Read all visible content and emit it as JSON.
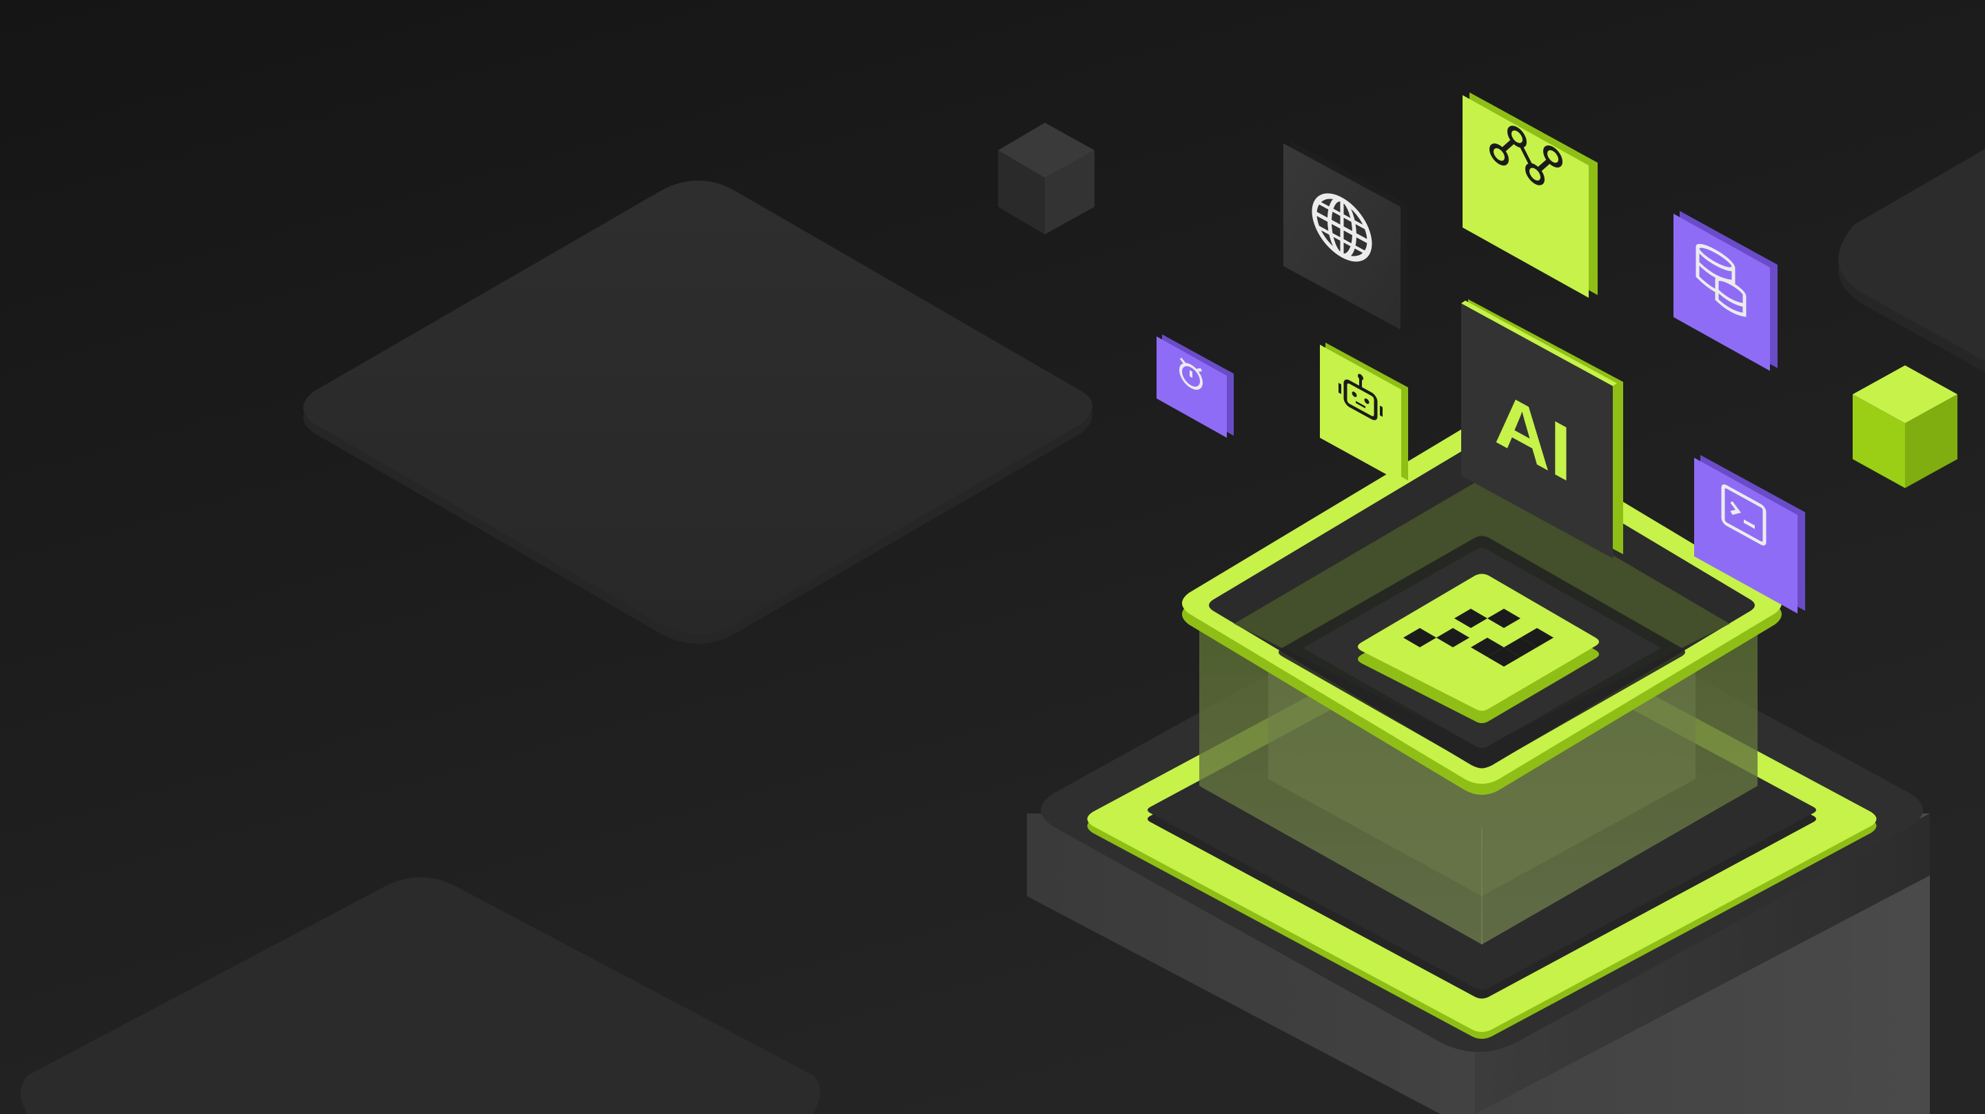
{
  "colors": {
    "background_top": "#141414",
    "background_bottom": "#262626",
    "accent_green": "#c6f24a",
    "accent_green_dark": "#8fbf16",
    "accent_purple": "#8f6cf5",
    "tile_dark": "#2f2f2f",
    "icon_dark": "#1b1b1b",
    "icon_light": "#ececec"
  },
  "center_tile": {
    "label": "AI"
  },
  "floating_tiles": [
    {
      "id": "globe",
      "icon": "globe-icon",
      "color": "dark"
    },
    {
      "id": "network",
      "icon": "network-nodes-icon",
      "color": "green"
    },
    {
      "id": "database",
      "icon": "database-icon",
      "color": "purple"
    },
    {
      "id": "alarm",
      "icon": "alarm-clock-icon",
      "color": "purple"
    },
    {
      "id": "robot",
      "icon": "robot-icon",
      "color": "green"
    },
    {
      "id": "terminal",
      "icon": "terminal-icon",
      "color": "purple"
    }
  ],
  "cubes": [
    {
      "id": "dark-cube",
      "color": "dark"
    },
    {
      "id": "green-cube",
      "color": "green"
    }
  ]
}
